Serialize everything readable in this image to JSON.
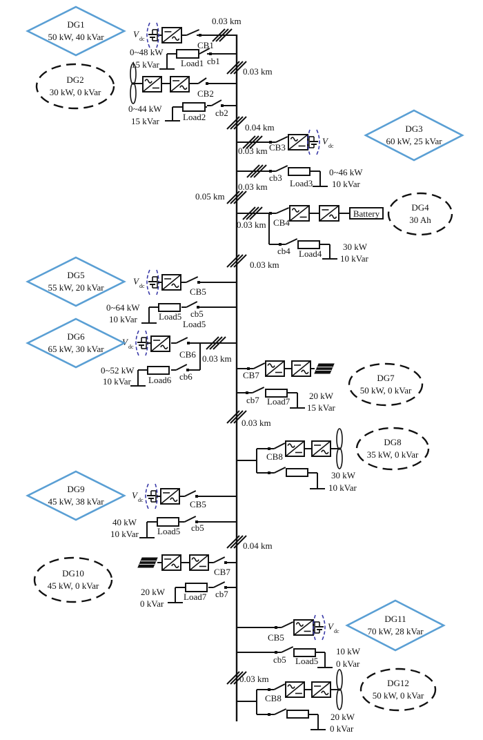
{
  "colors": {
    "diamond_stroke": "#5a9fd4",
    "line": "#111111",
    "cap_arc": "#3a3aa8"
  },
  "generators": [
    {
      "id": "DG1",
      "name": "DG1",
      "rating": "50 kW, 40 kVar",
      "shape": "diamond",
      "source": "dc-source"
    },
    {
      "id": "DG2",
      "name": "DG2",
      "rating": "30 kW, 0 kVar",
      "shape": "ellipse",
      "source": "wind-turbine"
    },
    {
      "id": "DG3",
      "name": "DG3",
      "rating": "60 kW, 25 kVar",
      "shape": "diamond",
      "source": "dc-source"
    },
    {
      "id": "DG4",
      "name": "DG4",
      "rating": "30 Ah",
      "shape": "ellipse",
      "source": "battery"
    },
    {
      "id": "DG5",
      "name": "DG5",
      "rating": "55 kW, 20 kVar",
      "shape": "diamond",
      "source": "dc-source"
    },
    {
      "id": "DG6",
      "name": "DG6",
      "rating": "65 kW, 30 kVar",
      "shape": "diamond",
      "source": "dc-source"
    },
    {
      "id": "DG7",
      "name": "DG7",
      "rating": "50 kW, 0 kVar",
      "shape": "ellipse",
      "source": "solar-panel"
    },
    {
      "id": "DG8",
      "name": "DG8",
      "rating": "35 kW, 0 kVar",
      "shape": "ellipse",
      "source": "wind-turbine"
    },
    {
      "id": "DG9",
      "name": "DG9",
      "rating": "45 kW, 38 kVar",
      "shape": "diamond",
      "source": "dc-source"
    },
    {
      "id": "DG10",
      "name": "DG10",
      "rating": "45 kW, 0 kVar",
      "shape": "ellipse",
      "source": "solar-panel"
    },
    {
      "id": "DG11",
      "name": "DG11",
      "rating": "70 kW, 28 kVar",
      "shape": "diamond",
      "source": "dc-source"
    },
    {
      "id": "DG12",
      "name": "DG12",
      "rating": "50 kW, 0 kVar",
      "shape": "ellipse",
      "source": "wind-turbine"
    }
  ],
  "breakers": {
    "CB1": "CB1",
    "CB2": "CB2",
    "CB3": "CB3",
    "CB4": "CB4",
    "CB5a": "CB5",
    "CB6": "CB6",
    "CB7a": "CB7",
    "CB8a": "CB8",
    "CB5b": "CB5",
    "CB7b": "CB7",
    "CB5c": "CB5",
    "CB8b": "CB8",
    "cb1": "cb1",
    "cb2": "cb2",
    "cb3": "cb3",
    "cb4": "cb4",
    "cb5a": "cb5",
    "cb6": "cb6",
    "cb7a": "cb7",
    "cb5b": "cb5",
    "cb7b": "cb7",
    "cb5c": "cb5"
  },
  "loads": [
    {
      "id": "Load1",
      "label": "Load1",
      "p": "0~48 kW",
      "q": "15 kVar"
    },
    {
      "id": "Load2",
      "label": "Load2",
      "p": "0~44 kW",
      "q": "15 kVar"
    },
    {
      "id": "Load3",
      "label": "Load3",
      "p": "0~46 kW",
      "q": "10 kVar"
    },
    {
      "id": "Load4",
      "label": "Load4",
      "p": "30 kW",
      "q": "10 kVar"
    },
    {
      "id": "Load5a",
      "label": "Load5",
      "extra_label": "Load5",
      "p": "0~64 kW",
      "q": "10 kVar"
    },
    {
      "id": "Load6",
      "label": "Load6",
      "p": "0~52 kW",
      "q": "10 kVar"
    },
    {
      "id": "Load7a",
      "label": "Load7",
      "p": "20 kW",
      "q": "15 kVar"
    },
    {
      "id": "Load8a",
      "label": "",
      "p": "30 kW",
      "q": "10 kVar"
    },
    {
      "id": "Load5b",
      "label": "Load5",
      "p": "40 kW",
      "q": "10 kVar"
    },
    {
      "id": "Load7b",
      "label": "Load7",
      "p": "20 kW",
      "q": "0 kVar"
    },
    {
      "id": "Load5c",
      "label": "Load5",
      "p": "10 kW",
      "q": "0 kVar"
    },
    {
      "id": "Load8b",
      "label": "",
      "p": "20 kW",
      "q": "0 kVar"
    }
  ],
  "lines": {
    "seg1": "0.03 km",
    "seg2": "0.03 km",
    "seg3": "0.04 km",
    "seg3a": "0.03 km",
    "seg3b": "0.03 km",
    "seg4": "0.05 km",
    "seg4a": "0.03 km",
    "seg5": "0.03 km",
    "seg6": "0.03 km",
    "seg7": "0.03 km",
    "seg8": "0.04 km",
    "seg9": "0.03 km"
  },
  "vdc": {
    "main": "V",
    "sub": "dc"
  },
  "battery_label": "Battery"
}
